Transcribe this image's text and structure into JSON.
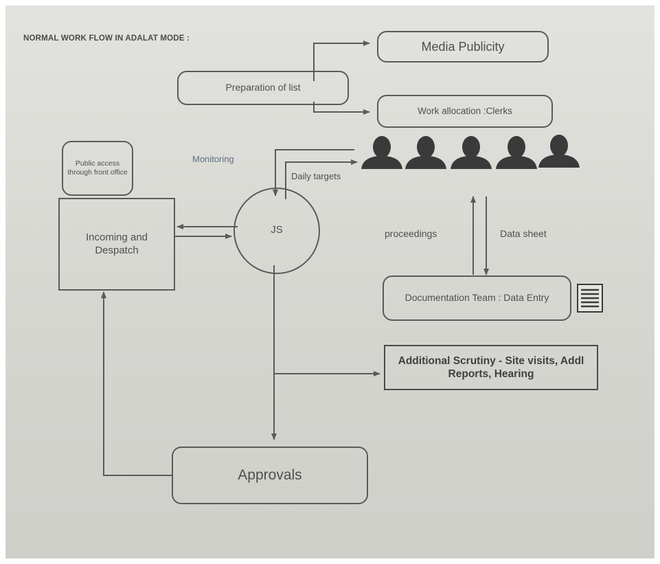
{
  "diagram": {
    "title": "NORMAL WORK FLOW IN ADALAT MODE :",
    "nodes": {
      "media_publicity": "Media Publicity",
      "preparation_of_list": "Preparation of list",
      "work_allocation": "Work allocation :Clerks",
      "public_access": "Public access through front office",
      "incoming_despatch": "Incoming and Despatch",
      "js": "JS",
      "documentation_team": "Documentation  Team : Data Entry",
      "additional_scrutiny": "Additional Scrutiny - Site visits, Addl Reports, Hearing",
      "approvals": "Approvals"
    },
    "edge_labels": {
      "monitoring": "Monitoring",
      "daily_targets": "Daily targets",
      "proceedings": "proceedings",
      "data_sheet": "Data sheet"
    },
    "icons": {
      "clerks": [
        "person-icon",
        "person-icon",
        "person-icon",
        "person-icon",
        "person-icon"
      ],
      "document": "document-icon"
    },
    "colors": {
      "paper": "#d9d9d5",
      "ink": "#5a5a5a",
      "person": "#3a3a3a"
    }
  }
}
